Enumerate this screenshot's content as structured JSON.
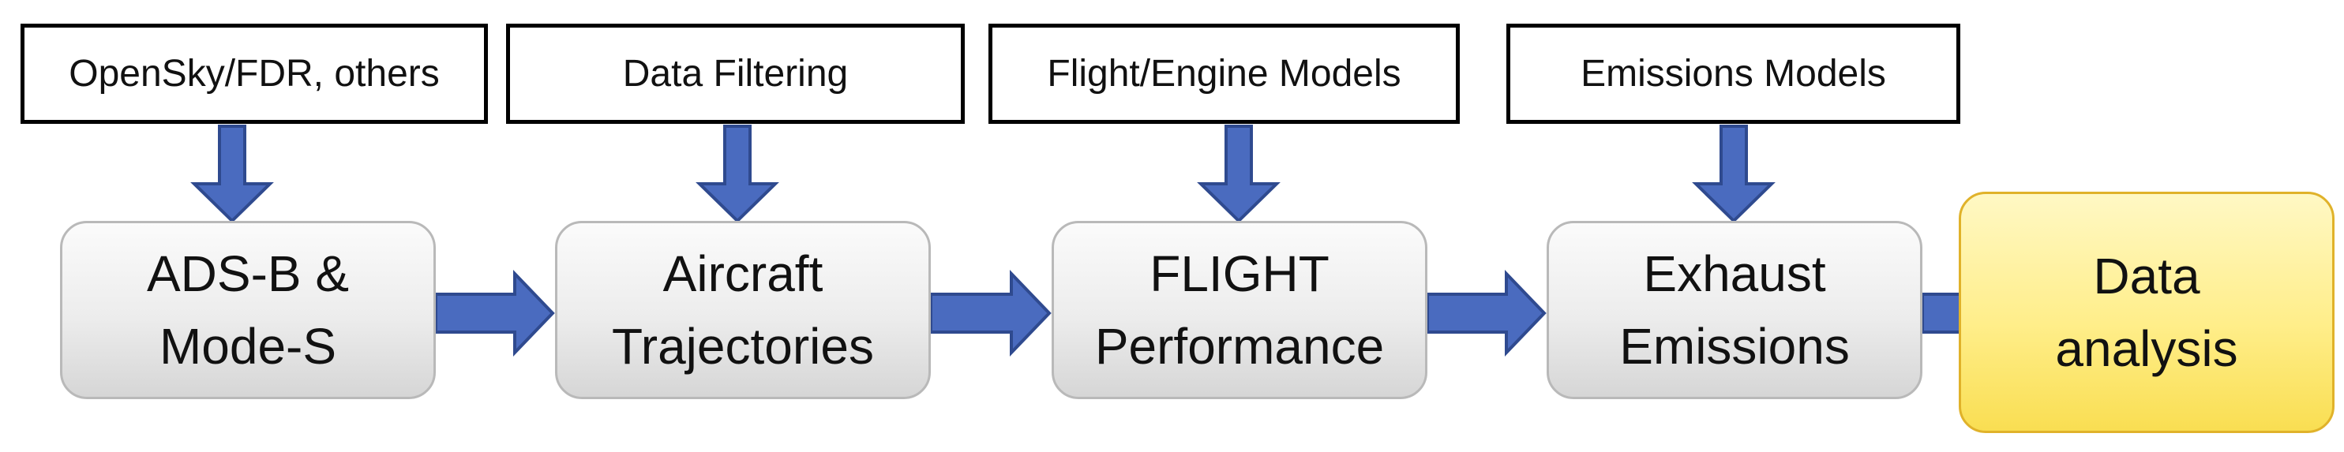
{
  "inputs": [
    {
      "label": "OpenSky/FDR, others"
    },
    {
      "label": "Data Filtering"
    },
    {
      "label": "Flight/Engine Models"
    },
    {
      "label": "Emissions Models"
    }
  ],
  "stages": [
    {
      "line1": "ADS-B &",
      "line2": "Mode-S"
    },
    {
      "line1": "Aircraft",
      "line2": "Trajectories"
    },
    {
      "line1": "FLIGHT",
      "line2": "Performance"
    },
    {
      "line1": "Exhaust",
      "line2": "Emissions"
    },
    {
      "line1": "Data",
      "line2": "analysis"
    }
  ],
  "colors": {
    "arrow_fill": "#4a6bbf",
    "arrow_stroke": "#2f4a8f",
    "stage_box": "#e6e6e6",
    "final_box": "#ffe97a"
  }
}
